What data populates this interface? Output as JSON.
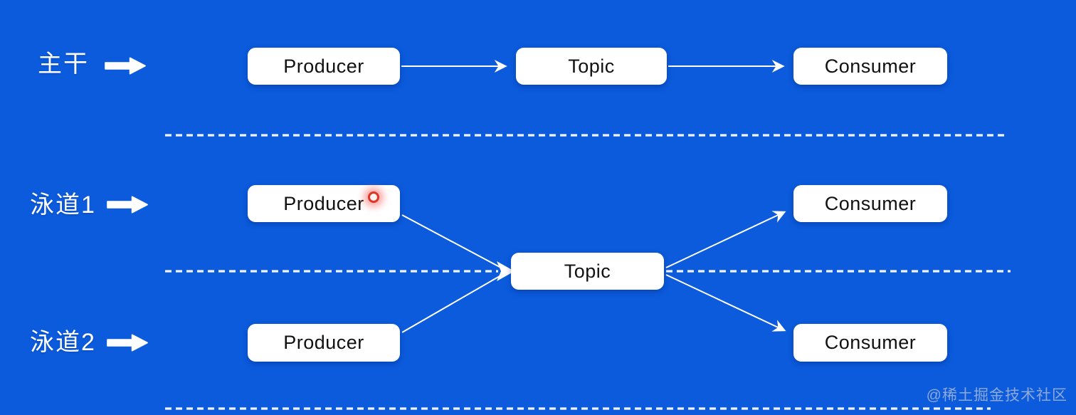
{
  "colors": {
    "background": "#0b5bdc",
    "node-bg": "#ffffff",
    "node-text": "#111111",
    "line": "#ffffff",
    "pointer-red": "#e03425",
    "watermark": "#b9c3d8"
  },
  "lanes": [
    {
      "id": "main",
      "label": "主干"
    },
    {
      "id": "lane1",
      "label": "泳道1"
    },
    {
      "id": "lane2",
      "label": "泳道2"
    }
  ],
  "nodes": {
    "main_producer": "Producer",
    "main_topic": "Topic",
    "main_consumer": "Consumer",
    "lane1_producer": "Producer",
    "lane1_consumer": "Consumer",
    "center_topic": "Topic",
    "lane2_producer": "Producer",
    "lane2_consumer": "Consumer"
  },
  "watermark": {
    "text": "@稀土掘金技术社区"
  }
}
